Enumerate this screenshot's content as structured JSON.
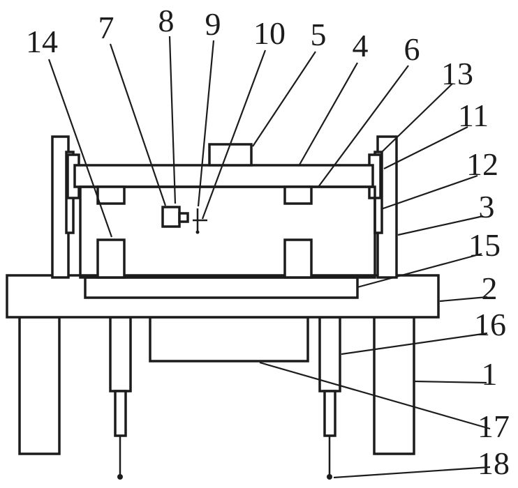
{
  "figure": {
    "background_color": "#ffffff",
    "line_color": "#1c1c1c"
  },
  "callouts": [
    "1",
    "2",
    "3",
    "4",
    "5",
    "6",
    "7",
    "8",
    "9",
    "10",
    "11",
    "12",
    "13",
    "14",
    "15",
    "16",
    "17",
    "18"
  ]
}
